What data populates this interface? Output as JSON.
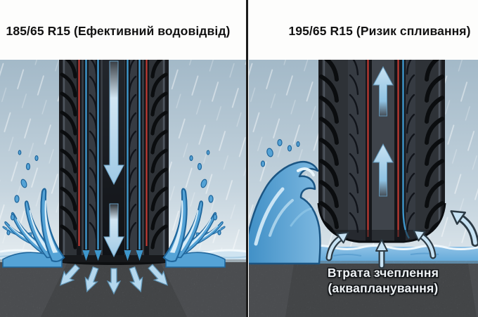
{
  "header": {
    "left_title": "185/65 R15 (Ефективний водовідвід)",
    "right_title": "195/65 R15 (Ризик спливання)"
  },
  "panels": {
    "left": {
      "tire_size": "185/65 R15",
      "condition": "Ефективний водовідвід"
    },
    "right": {
      "tire_size": "195/65 R15",
      "condition": "Ризик спливання"
    }
  },
  "caption": {
    "line1": "Втрата зчеплення",
    "line2": "(аквапланування)"
  },
  "icons": {
    "left_center_arrows": "arrow-down-water-flow-icon",
    "left_groove_arrowheads": "arrow-down-groove-drain-icon",
    "left_road_arrows": "arrow-down-fan-dispersal-icon",
    "right_center_arrows": "arrow-up-water-backpressure-icon",
    "right_lift_arrows": "arrow-up-curved-lift-icon"
  },
  "colors": {
    "header_background": "#fdfdfc",
    "title_text": "#121212",
    "divider": "#1b1b1b",
    "sky_top": "#a3b9c8",
    "sky_bottom": "#f4f6f7",
    "rain_streak": "#ffffff",
    "tire_body": "#26292e",
    "tire_groove": "#14161a",
    "tread_red_line": "#c23b34",
    "tread_blue_line": "#3e97cc",
    "flow_arrow_fill": "#bcdcf0",
    "splash_water": "#55a3d6",
    "water_surface": "#7db8e0",
    "water_highlight": "#e8f5fb",
    "water_outline": "#1b5583",
    "asphalt": "#3f4246",
    "asphalt_shadow": "#26292c",
    "caption_text": "#eef2f5"
  }
}
